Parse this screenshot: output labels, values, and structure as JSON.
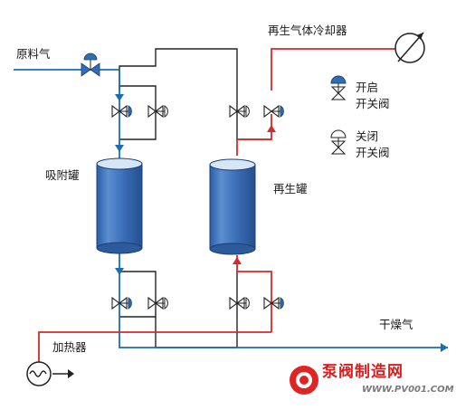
{
  "labels": {
    "feed_gas": "原料气",
    "regen_cooler": "再生气体冷却器",
    "adsorber": "吸附罐",
    "regenerator": "再生罐",
    "heater": "加热器",
    "dry_gas": "干燥气"
  },
  "legend": {
    "open_line1": "开启",
    "open_line2": "开关阀",
    "closed_line1": "关闭",
    "closed_line2": "开关阀"
  },
  "watermark": {
    "brand": "泵阀制造网",
    "url": "WWW.PV001.COM"
  },
  "colors": {
    "blue_line": "#1a6fb0",
    "red_line": "#d62a2a",
    "dark_line": "#222222",
    "tank_fill": "#3f6fb8",
    "tank_top": "#d6e6f5",
    "valve_open": "#2f6db5"
  }
}
